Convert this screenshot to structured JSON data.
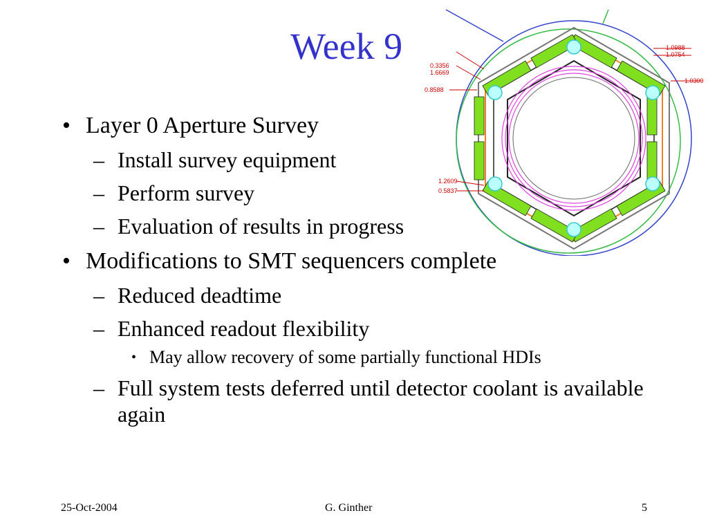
{
  "slide": {
    "title": "Week 9",
    "bullets": [
      {
        "text": "Layer 0 Aperture Survey",
        "sub": [
          {
            "text": "Install survey equipment"
          },
          {
            "text": "Perform survey"
          },
          {
            "text": "Evaluation of results in progress"
          }
        ]
      },
      {
        "text": "Modifications to SMT sequencers complete",
        "sub": [
          {
            "text": "Reduced deadtime"
          },
          {
            "text": "Enhanced readout flexibility",
            "sub": [
              "May allow recovery of some partially functional HDIs"
            ]
          },
          {
            "text": "Full system tests deferred until detector coolant is available again"
          }
        ]
      }
    ]
  },
  "diagram": {
    "labels": [
      "1.0988",
      "1.0754",
      "1.0309",
      "0.3356",
      "1.6669",
      "0.8588",
      "1.2609",
      "0.5837"
    ]
  },
  "footer": {
    "date": "25-Oct-2004",
    "author": "G. Ginther",
    "page": "5"
  },
  "colors": {
    "title": "#3333cc",
    "sensor_green": "#80e020",
    "outline_orange": "#f08020",
    "ring_magenta": "#e040e0",
    "circle_blue": "#3344cc",
    "circle_green": "#33bb44",
    "node_cyan": "#33cccc",
    "dimension_red": "#cc0000"
  }
}
